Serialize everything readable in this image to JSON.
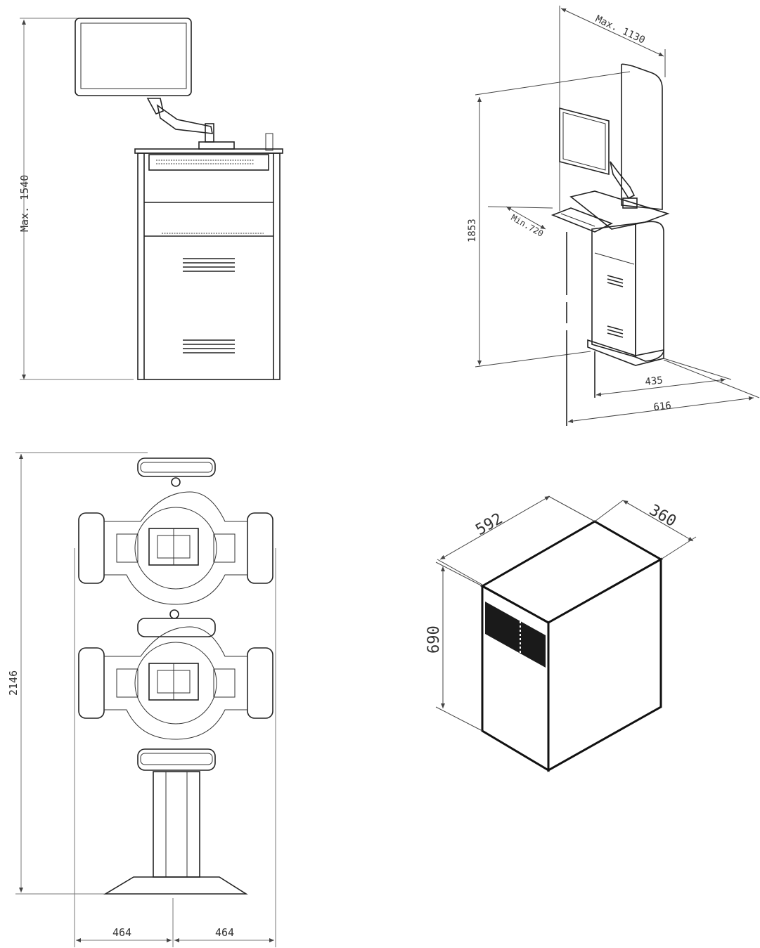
{
  "views": {
    "console_front": {
      "height_label": "Max. 1540"
    },
    "console_3d": {
      "reach_label": "Max. 1130",
      "height_label": "1853",
      "keyboard_label": "Min.720",
      "depth_label": "435",
      "width_label": "616"
    },
    "target_stand": {
      "height_label": "2146",
      "left_width_label": "464",
      "right_width_label": "464"
    },
    "cabinet_box": {
      "width_label": "592",
      "depth_label": "360",
      "height_label": "690"
    }
  },
  "colors": {
    "line": "#222222",
    "dimension": "#444444",
    "light_dimension": "#888888"
  }
}
